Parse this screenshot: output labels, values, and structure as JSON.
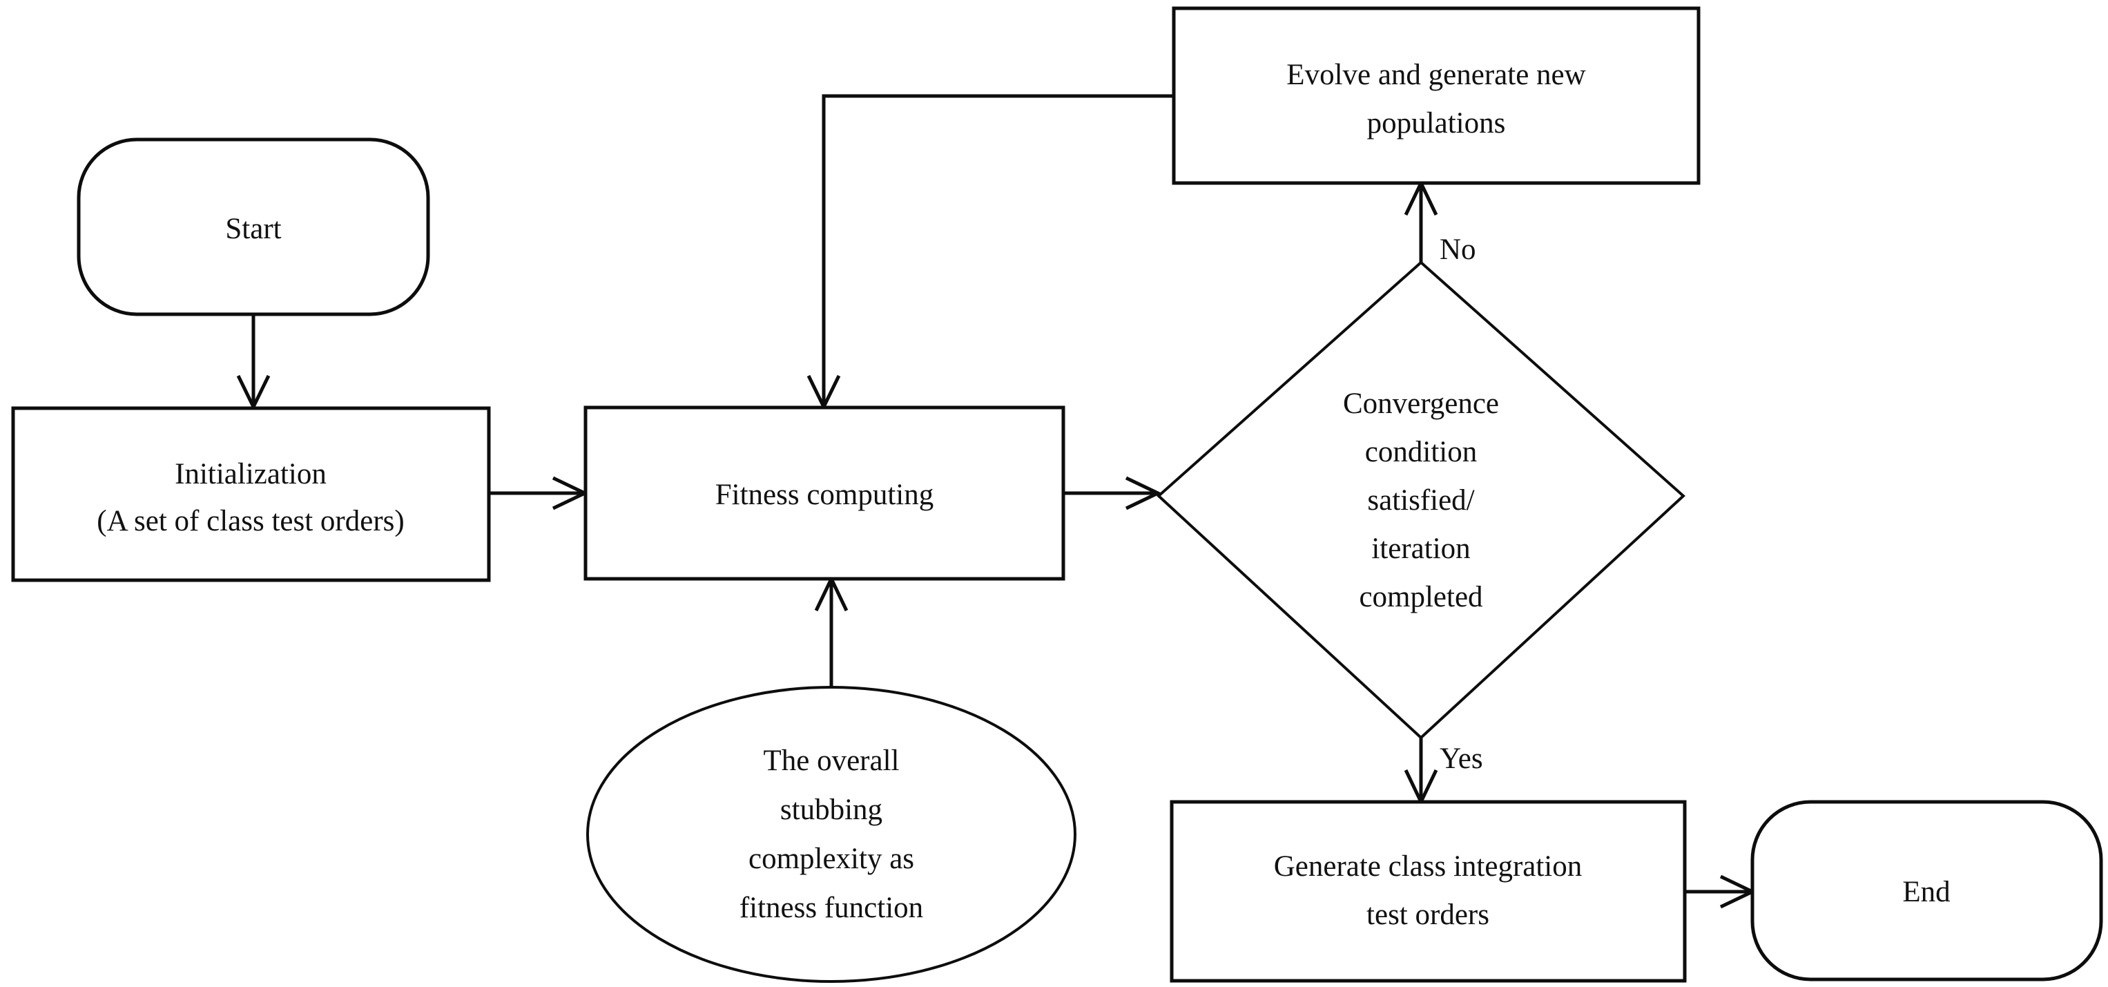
{
  "diagram": {
    "title": "Genetic algorithm flowchart for class integration test order generation",
    "background_color": "#ffffff",
    "stroke_color": "#0d0d0d",
    "text_color": "#111111"
  },
  "nodes": {
    "start": {
      "shape": "rounded-terminator",
      "label": "Start"
    },
    "initialization": {
      "shape": "rectangle",
      "line1": "Initialization",
      "line2": "(A set of class test orders)"
    },
    "fitness_computing": {
      "shape": "rectangle",
      "label": "Fitness computing"
    },
    "fitness_function": {
      "shape": "ellipse",
      "line1": "The overall",
      "line2": "stubbing",
      "line3": "complexity as",
      "line4": "fitness function"
    },
    "convergence_decision": {
      "shape": "diamond",
      "line1": "Convergence",
      "line2": "condition",
      "line3": "satisfied/",
      "line4": "iteration",
      "line5": "completed"
    },
    "evolve": {
      "shape": "rectangle",
      "line1": "Evolve and generate new",
      "line2": "populations"
    },
    "generate_orders": {
      "shape": "rectangle",
      "line1": "Generate class integration",
      "line2": "test orders"
    },
    "end": {
      "shape": "rounded-terminator",
      "label": "End"
    }
  },
  "edges": {
    "start_to_initialization": {
      "label": ""
    },
    "initialization_to_fitness": {
      "label": ""
    },
    "fitness_to_decision": {
      "label": ""
    },
    "fitness_function_to_fitness": {
      "label": ""
    },
    "decision_to_evolve": {
      "label": "No"
    },
    "evolve_to_fitness": {
      "label": ""
    },
    "decision_to_generate": {
      "label": "Yes"
    },
    "generate_to_end": {
      "label": ""
    }
  }
}
